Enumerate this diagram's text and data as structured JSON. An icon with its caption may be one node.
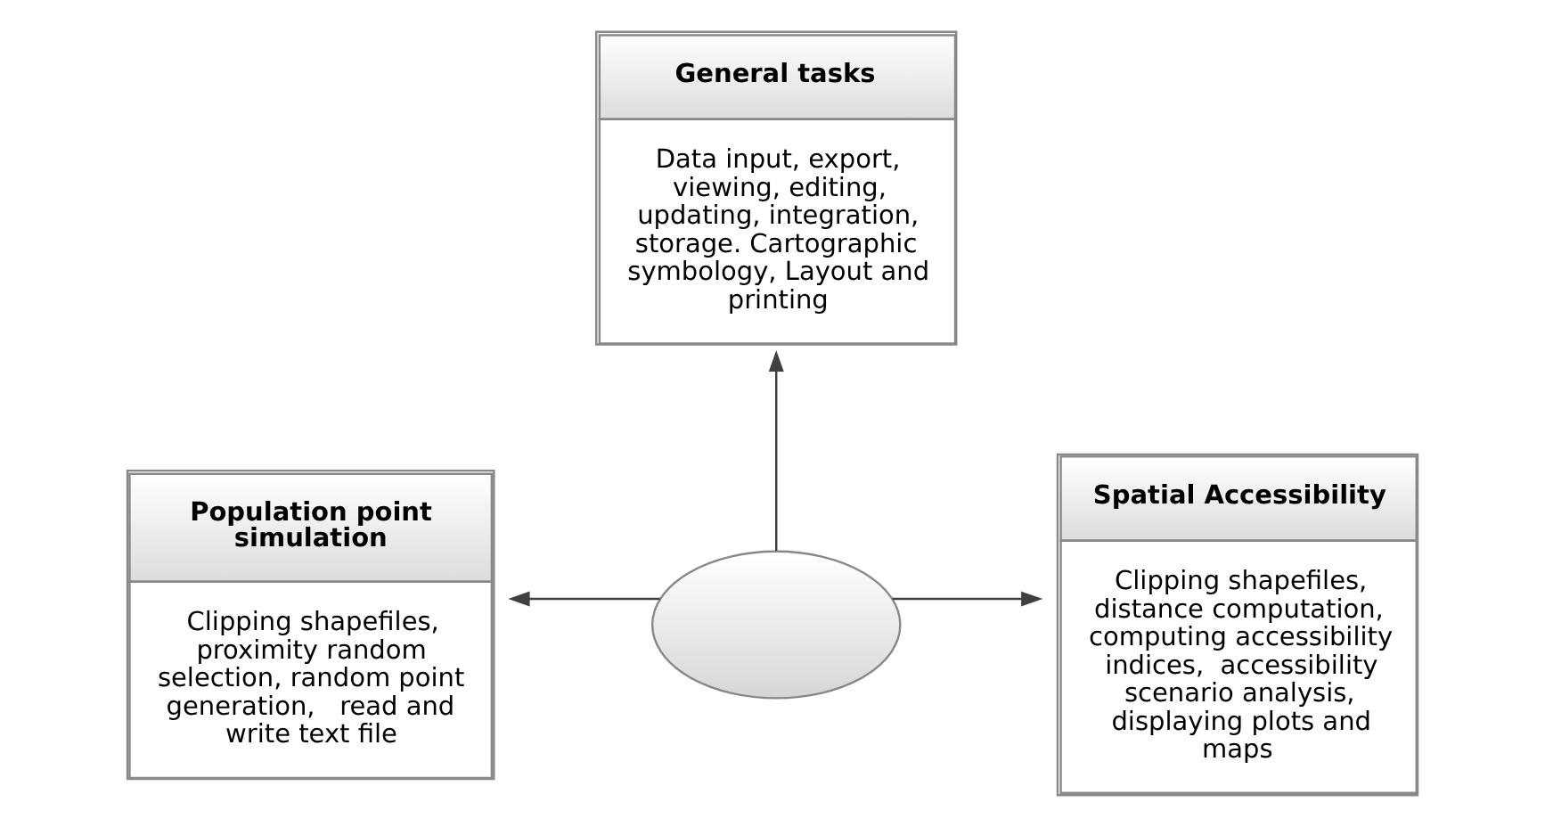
{
  "diagram": {
    "nodes": [
      {
        "text": [
          "General tasks",
          "Data input, export, viewing, editing, updating, integration, storage. Cartographic symbology, Layout and printing"
        ]
      },
      {
        "text": [
          "Population point simulation",
          "Clipping shapefiles, proximity random selection, random point generation,   read and write text file"
        ]
      },
      {
        "text": [],
        "shape": "ellipse"
      },
      {
        "text": [
          "Spatial Accessibility",
          "Clipping shapefiles, distance computation, computing accessibility indices,  accessibility scenario analysis, displaying plots and maps"
        ]
      }
    ],
    "edges": [
      {
        "from": 2,
        "to": 0,
        "arrow": "to"
      },
      {
        "from": 2,
        "to": 1,
        "arrow": "to"
      },
      {
        "from": 2,
        "to": 3,
        "arrow": "to"
      }
    ]
  }
}
